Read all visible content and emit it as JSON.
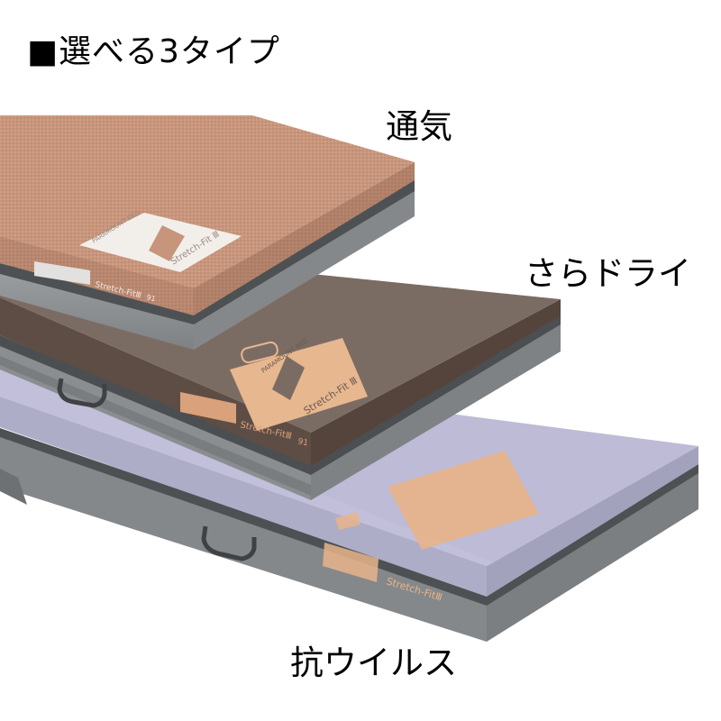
{
  "heading": {
    "marker": "■",
    "text": "選べる3タイプ"
  },
  "types": [
    {
      "label": "通気",
      "surface_color": "#c7957c",
      "label_color": "#f4f2ef"
    },
    {
      "label": "さらドライ",
      "surface_color": "#7b6c63",
      "label_color": "#e7b78f"
    },
    {
      "label": "抗ウイルス",
      "surface_color": "#bdbbd6",
      "label_color": "#e8b48a"
    }
  ],
  "product": {
    "brand": "PARAMOUNT BED",
    "name": "Stretch-Fit Ⅲ",
    "side_mark": "Stretch-FitⅢ",
    "size_badge": "91"
  },
  "colors": {
    "base_gray": "#8a8d8f",
    "base_dark": "#5f6264",
    "handle": "#3f4244"
  }
}
